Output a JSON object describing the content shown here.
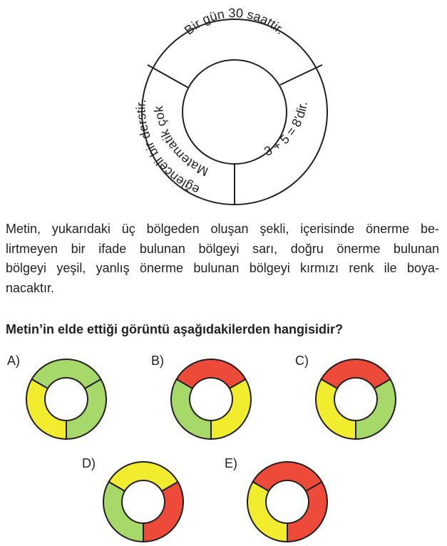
{
  "diagram": {
    "segments": [
      {
        "text": "Bir gün 30 saattir."
      },
      {
        "text": "3 + 5 = 8’dir."
      },
      {
        "lines": [
          "Matematik çok",
          "eğlenceli bir derstir."
        ]
      }
    ]
  },
  "paragraph": {
    "lines": [
      "Metin, yukarıdaki üç bölgeden oluşan şekli, içerisinde önerme be-",
      "lirtmeyen bir ifade bulunan bölgeyi sarı, doğru önerme bulunan",
      "bölgeyi yeşil, yanlış önerme bulunan bölgeyi kırmızı renk ile boya-",
      "nacaktır."
    ]
  },
  "question": "Metin’in elde ettiği görüntü aşağıdakilerden hangisidir?",
  "colors": {
    "red": "#ed4a3a",
    "green": "#a7d86a",
    "yellow": "#f1ec2e",
    "outline": "#231f20"
  },
  "options": [
    {
      "label": "A)",
      "top": "green",
      "left": "yellow",
      "right": "green"
    },
    {
      "label": "B)",
      "top": "red",
      "left": "green",
      "right": "yellow"
    },
    {
      "label": "C)",
      "top": "red",
      "left": "yellow",
      "right": "green"
    },
    {
      "label": "D)",
      "top": "yellow",
      "left": "green",
      "right": "red"
    },
    {
      "label": "E)",
      "top": "red",
      "left": "yellow",
      "right": "red"
    }
  ]
}
